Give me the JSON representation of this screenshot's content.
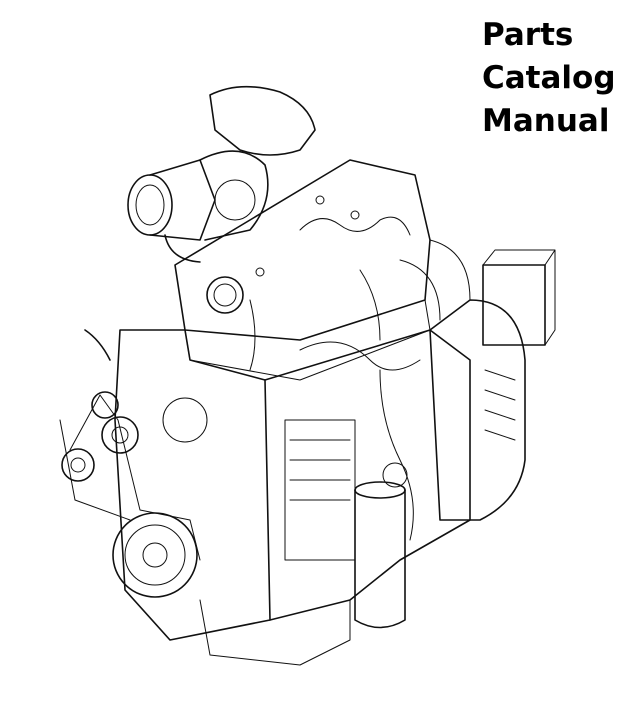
{
  "title": {
    "line1": "Parts",
    "line2": "Catalog",
    "line3": "Manual"
  }
}
